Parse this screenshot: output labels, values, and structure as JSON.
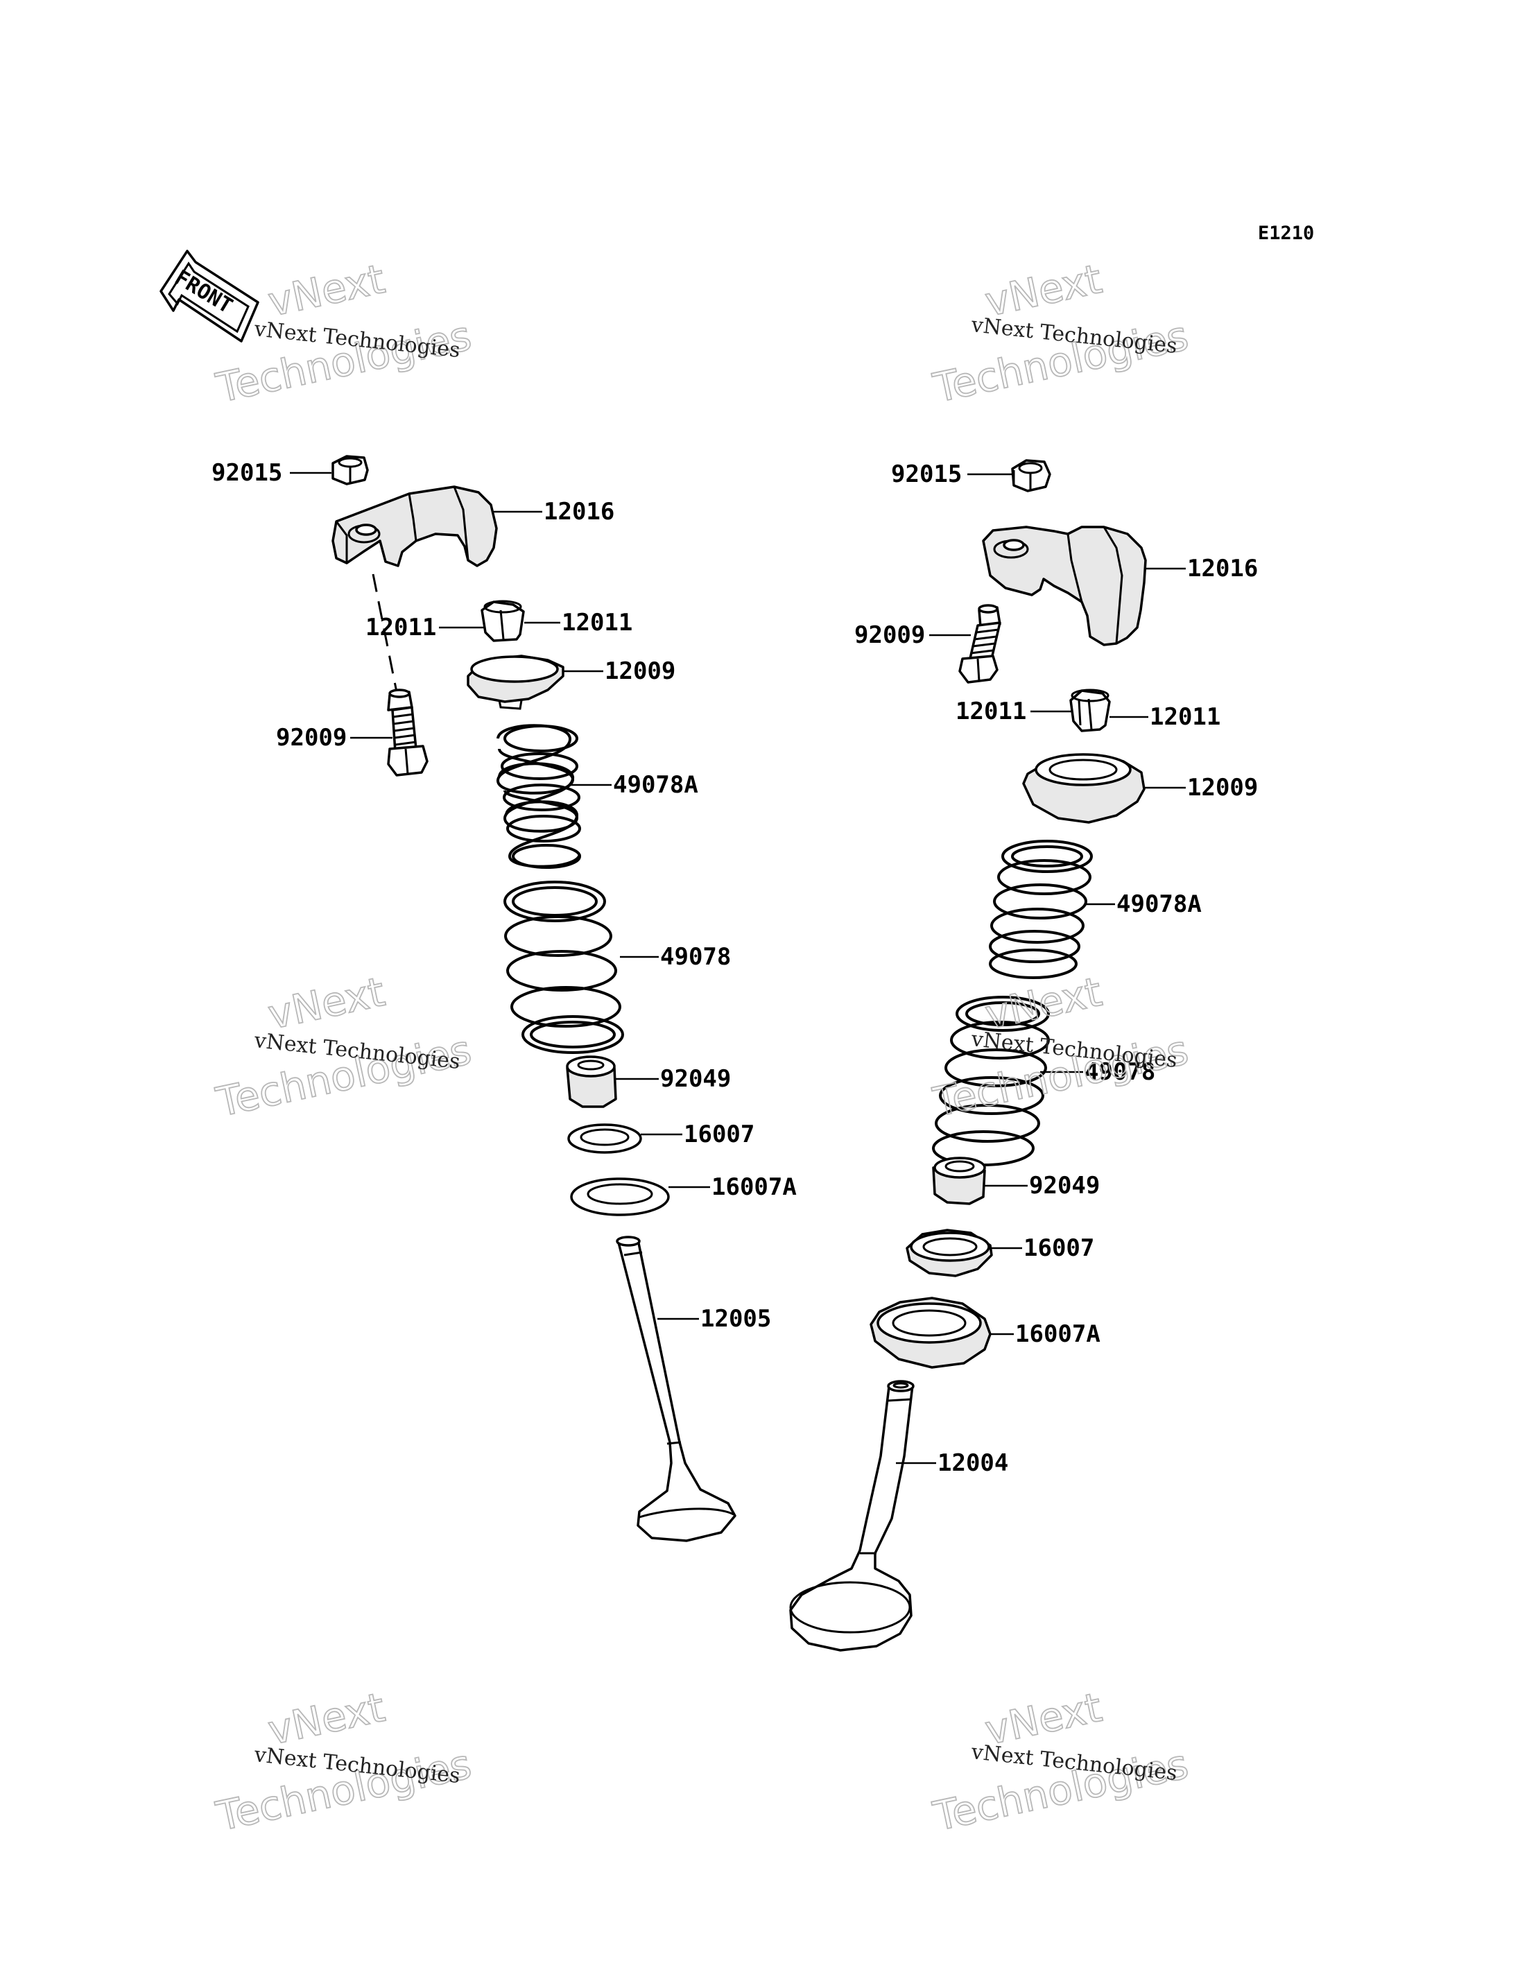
{
  "diagram_code": "E1210",
  "front_label": "FRONT",
  "watermark": {
    "line_a": "vNext",
    "line_b": "Technologies",
    "small": "vNext Technologies"
  },
  "parts": {
    "left": {
      "nut": "92015",
      "rocker_arm": "12016",
      "cotter_a": "12011",
      "cotter_b": "12011",
      "retainer": "12009",
      "adjust_screw": "92009",
      "inner_spring": "49078A",
      "outer_spring": "49078",
      "stem_seal": "92049",
      "seat": "16007",
      "seat_a": "16007A",
      "valve": "12005"
    },
    "right": {
      "nut": "92015",
      "rocker_arm": "12016",
      "adjust_screw": "92009",
      "cotter_a": "12011",
      "cotter_b": "12011",
      "retainer": "12009",
      "inner_spring": "49078A",
      "outer_spring": "49078",
      "stem_seal": "92049",
      "seat": "16007",
      "seat_a": "16007A",
      "valve": "12004"
    }
  }
}
